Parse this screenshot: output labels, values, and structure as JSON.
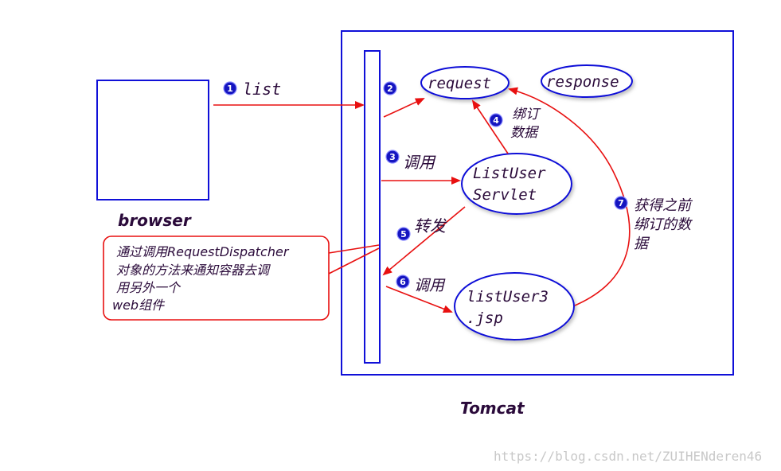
{
  "browser_label": "browser",
  "tomcat_label": "Tomcat",
  "watermark": "https://blog.csdn.net/ZUIHENderen46",
  "nodes": {
    "request": "request",
    "response": "response",
    "servlet_line1": "ListUser",
    "servlet_line2": "Servlet",
    "jsp_line1": "listUser3",
    "jsp_line2": ".jsp"
  },
  "steps": {
    "s1": {
      "num": "1",
      "text": "list"
    },
    "s2": {
      "num": "2"
    },
    "s3": {
      "num": "3",
      "text": "调用"
    },
    "s4": {
      "num": "4",
      "line1": "绑订",
      "line2": "数据"
    },
    "s5": {
      "num": "5",
      "text": "转发"
    },
    "s6": {
      "num": "6",
      "text": "调用"
    },
    "s7": {
      "num": "7",
      "line1": "获得之前",
      "line2": "绑订的数",
      "line3": "据"
    }
  },
  "callout": {
    "line1": "通过调用RequestDispatcher",
    "line2": "对象的方法来通知容器去调",
    "line3": "用另外一个",
    "line4": "web组件"
  },
  "colors": {
    "blue": "#1010d8",
    "red": "#e81010",
    "badge": "#1515c0",
    "text": "#2a0a3a"
  }
}
